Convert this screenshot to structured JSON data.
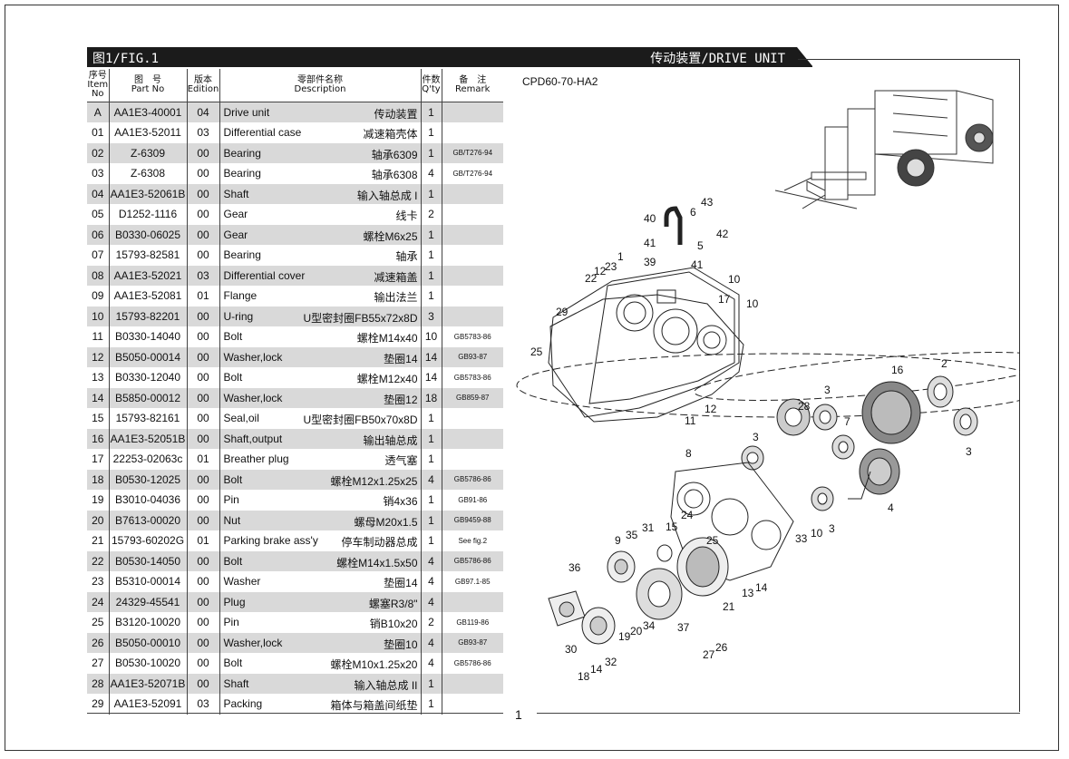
{
  "header": {
    "figure": "图1/FIG.1",
    "unit_title": "传动装置/DRIVE UNIT"
  },
  "model_code": "CPD60-70-HA2",
  "page_number": "1",
  "columns": {
    "item": [
      "序号",
      "Item",
      "No"
    ],
    "part_no": [
      "图　号",
      "Part No"
    ],
    "edition": [
      "版本",
      "Edition"
    ],
    "description": [
      "零部件名称",
      "Description"
    ],
    "qty": [
      "件数",
      "Q'ty"
    ],
    "remark": [
      "备　注",
      "Remark"
    ]
  },
  "rows": [
    {
      "item": "A",
      "part_no": "AA1E3-40001",
      "edition": "04",
      "en": "Drive unit",
      "cn": "传动装置",
      "qty": "1",
      "remark": ""
    },
    {
      "item": "01",
      "part_no": "AA1E3-52011",
      "edition": "03",
      "en": "Differential case",
      "cn": "减速箱壳体",
      "qty": "1",
      "remark": ""
    },
    {
      "item": "02",
      "part_no": "Z-6309",
      "edition": "00",
      "en": "Bearing",
      "cn": "轴承6309",
      "qty": "1",
      "remark": "GB/T276-94"
    },
    {
      "item": "03",
      "part_no": "Z-6308",
      "edition": "00",
      "en": "Bearing",
      "cn": "轴承6308",
      "qty": "4",
      "remark": "GB/T276-94"
    },
    {
      "item": "04",
      "part_no": "AA1E3-52061B",
      "edition": "00",
      "en": "Shaft",
      "cn": "输入轴总成 I",
      "qty": "1",
      "remark": ""
    },
    {
      "item": "05",
      "part_no": "D1252-1116",
      "edition": "00",
      "en": "Gear",
      "cn": "线卡",
      "qty": "2",
      "remark": ""
    },
    {
      "item": "06",
      "part_no": "B0330-06025",
      "edition": "00",
      "en": "Gear",
      "cn": "螺栓M6x25",
      "qty": "1",
      "remark": ""
    },
    {
      "item": "07",
      "part_no": "15793-82581",
      "edition": "00",
      "en": "Bearing",
      "cn": "轴承",
      "qty": "1",
      "remark": ""
    },
    {
      "item": "08",
      "part_no": "AA1E3-52021",
      "edition": "03",
      "en": "Differential cover",
      "cn": "减速箱盖",
      "qty": "1",
      "remark": ""
    },
    {
      "item": "09",
      "part_no": "AA1E3-52081",
      "edition": "01",
      "en": "Flange",
      "cn": "输出法兰",
      "qty": "1",
      "remark": ""
    },
    {
      "item": "10",
      "part_no": "15793-82201",
      "edition": "00",
      "en": "U-ring",
      "cn": "U型密封圈FB55x72x8D",
      "qty": "3",
      "remark": ""
    },
    {
      "item": "11",
      "part_no": "B0330-14040",
      "edition": "00",
      "en": "Bolt",
      "cn": "螺栓M14x40",
      "qty": "10",
      "remark": "GB5783-86"
    },
    {
      "item": "12",
      "part_no": "B5050-00014",
      "edition": "00",
      "en": "Washer,lock",
      "cn": "垫圈14",
      "qty": "14",
      "remark": "GB93-87"
    },
    {
      "item": "13",
      "part_no": "B0330-12040",
      "edition": "00",
      "en": "Bolt",
      "cn": "螺栓M12x40",
      "qty": "14",
      "remark": "GB5783-86"
    },
    {
      "item": "14",
      "part_no": "B5850-00012",
      "edition": "00",
      "en": "Washer,lock",
      "cn": "垫圈12",
      "qty": "18",
      "remark": "GB859-87"
    },
    {
      "item": "15",
      "part_no": "15793-82161",
      "edition": "00",
      "en": "Seal,oil",
      "cn": "U型密封圈FB50x70x8D",
      "qty": "1",
      "remark": ""
    },
    {
      "item": "16",
      "part_no": "AA1E3-52051B",
      "edition": "00",
      "en": "Shaft,output",
      "cn": "输出轴总成",
      "qty": "1",
      "remark": ""
    },
    {
      "item": "17",
      "part_no": "22253-02063c",
      "edition": "01",
      "en": "Breather plug",
      "cn": "透气塞",
      "qty": "1",
      "remark": ""
    },
    {
      "item": "18",
      "part_no": "B0530-12025",
      "edition": "00",
      "en": "Bolt",
      "cn": "螺栓M12x1.25x25",
      "qty": "4",
      "remark": "GB5786-86"
    },
    {
      "item": "19",
      "part_no": "B3010-04036",
      "edition": "00",
      "en": "Pin",
      "cn": "销4x36",
      "qty": "1",
      "remark": "GB91-86"
    },
    {
      "item": "20",
      "part_no": "B7613-00020",
      "edition": "00",
      "en": "Nut",
      "cn": "螺母M20x1.5",
      "qty": "1",
      "remark": "GB9459-88"
    },
    {
      "item": "21",
      "part_no": "15793-60202G",
      "edition": "01",
      "en": "Parking brake ass'y",
      "cn": "停车制动器总成",
      "qty": "1",
      "remark": "See fig.2"
    },
    {
      "item": "22",
      "part_no": "B0530-14050",
      "edition": "00",
      "en": "Bolt",
      "cn": "螺栓M14x1.5x50",
      "qty": "4",
      "remark": "GB5786-86"
    },
    {
      "item": "23",
      "part_no": "B5310-00014",
      "edition": "00",
      "en": "Washer",
      "cn": "垫圈14",
      "qty": "4",
      "remark": "GB97.1-85"
    },
    {
      "item": "24",
      "part_no": "24329-45541",
      "edition": "00",
      "en": "Plug",
      "cn": "螺塞R3/8\"",
      "qty": "4",
      "remark": ""
    },
    {
      "item": "25",
      "part_no": "B3120-10020",
      "edition": "00",
      "en": "Pin",
      "cn": "销B10x20",
      "qty": "2",
      "remark": "GB119-86"
    },
    {
      "item": "26",
      "part_no": "B5050-00010",
      "edition": "00",
      "en": "Washer,lock",
      "cn": "垫圈10",
      "qty": "4",
      "remark": "GB93-87"
    },
    {
      "item": "27",
      "part_no": "B0530-10020",
      "edition": "00",
      "en": "Bolt",
      "cn": "螺栓M10x1.25x20",
      "qty": "4",
      "remark": "GB5786-86"
    },
    {
      "item": "28",
      "part_no": "AA1E3-52071B",
      "edition": "00",
      "en": "Shaft",
      "cn": "输入轴总成 II",
      "qty": "1",
      "remark": ""
    },
    {
      "item": "29",
      "part_no": "AA1E3-52091",
      "edition": "03",
      "en": "Packing",
      "cn": "箱体与箱盖间纸垫",
      "qty": "1",
      "remark": ""
    }
  ],
  "diagram_labels": [
    "43",
    "6",
    "40",
    "42",
    "41",
    "5",
    "39",
    "41",
    "10",
    "1",
    "23",
    "12",
    "22",
    "17",
    "10",
    "29",
    "25",
    "16",
    "2",
    "3",
    "28",
    "7",
    "11",
    "12",
    "3",
    "3",
    "8",
    "24",
    "4",
    "35",
    "31",
    "15",
    "25",
    "9",
    "10",
    "33",
    "3",
    "36",
    "13",
    "14",
    "21",
    "30",
    "19",
    "20",
    "34",
    "37",
    "32",
    "18",
    "14",
    "27",
    "26"
  ]
}
